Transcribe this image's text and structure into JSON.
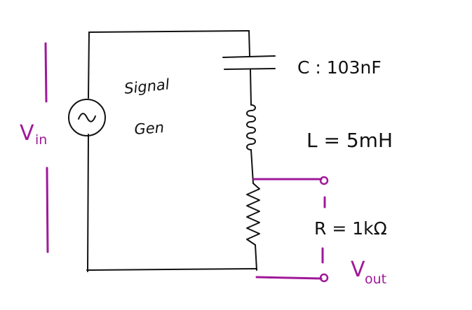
{
  "source": {
    "label_line1": "Signal",
    "label_line2": "Gen",
    "icon": "sine-wave-icon"
  },
  "components": {
    "capacitor": {
      "label": "C : 103nF"
    },
    "inductor": {
      "label": "L = 5mH"
    },
    "resistor": {
      "label": "R = 1kΩ"
    }
  },
  "io": {
    "vin_main": "V",
    "vin_sub": "in",
    "vout_main": "V",
    "vout_sub": "out"
  },
  "colors": {
    "ink": "#111111",
    "accent": "#a0189a"
  }
}
